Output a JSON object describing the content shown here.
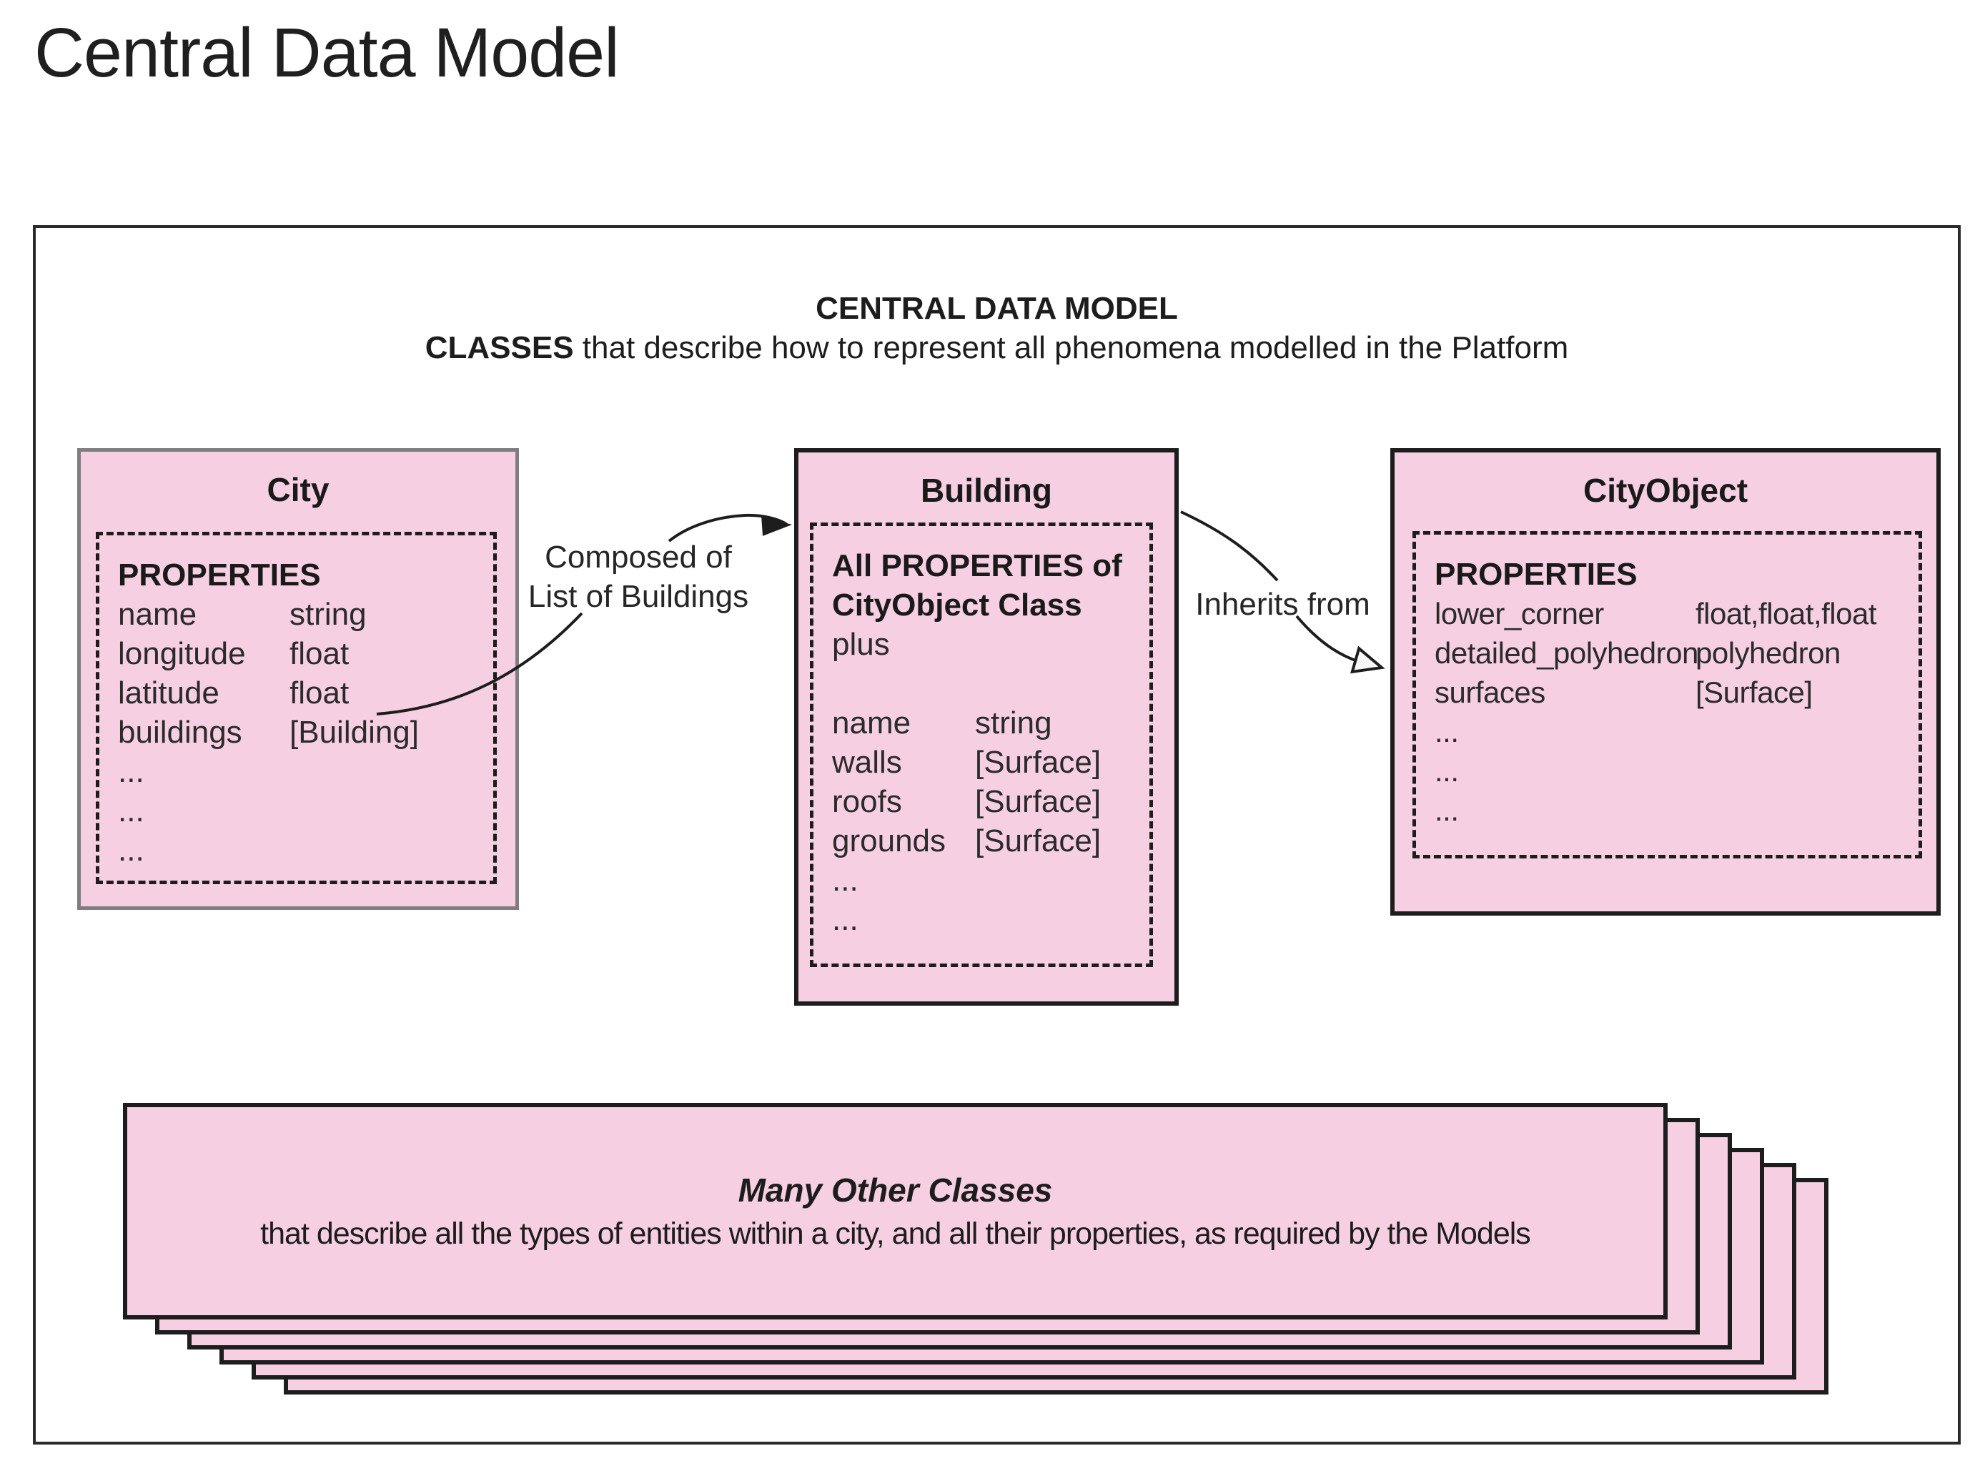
{
  "page_title": "Central Data Model",
  "panel": {
    "heading": "CENTRAL DATA MODEL",
    "subheading_bold": "CLASSES",
    "subheading_rest": " that describe how to represent all phenomena modelled in the Platform"
  },
  "classes": {
    "city": {
      "title": "City",
      "properties_header": "PROPERTIES",
      "rows": [
        {
          "name": "name",
          "type": "string"
        },
        {
          "name": "longitude",
          "type": "float"
        },
        {
          "name": "latitude",
          "type": "float"
        },
        {
          "name": "buildings",
          "type": "[Building]"
        },
        {
          "name": "...",
          "type": ""
        },
        {
          "name": "...",
          "type": ""
        },
        {
          "name": "...",
          "type": ""
        }
      ]
    },
    "building": {
      "title": "Building",
      "header_line1": "All PROPERTIES of",
      "header_line2": "CityObject Class",
      "header_line3": "plus",
      "rows": [
        {
          "name": "name",
          "type": "string"
        },
        {
          "name": "walls",
          "type": "[Surface]"
        },
        {
          "name": "roofs",
          "type": "[Surface]"
        },
        {
          "name": "grounds",
          "type": "[Surface]"
        },
        {
          "name": "...",
          "type": ""
        },
        {
          "name": "...",
          "type": ""
        }
      ]
    },
    "cityobject": {
      "title": "CityObject",
      "properties_header": "PROPERTIES",
      "rows": [
        {
          "name": "lower_corner",
          "type": "float,float,float"
        },
        {
          "name": "detailed_polyhedron",
          "type": "polyhedron"
        },
        {
          "name": "surfaces",
          "type": "[Surface]"
        },
        {
          "name": "...",
          "type": ""
        },
        {
          "name": "...",
          "type": ""
        },
        {
          "name": "...",
          "type": ""
        }
      ]
    }
  },
  "relations": {
    "composed_of_line1": "Composed of",
    "composed_of_line2": "List of Buildings",
    "inherits_from": "Inherits from"
  },
  "stack": {
    "title": "Many Other Classes",
    "description": "that describe all the types of entities within a city, and all their properties, as required by the Models",
    "card_count": 6
  },
  "colors": {
    "class_fill_pink": "#f6cfe2",
    "city_border_gray": "#7e7e7e",
    "line_dark": "#1d1d1d"
  }
}
